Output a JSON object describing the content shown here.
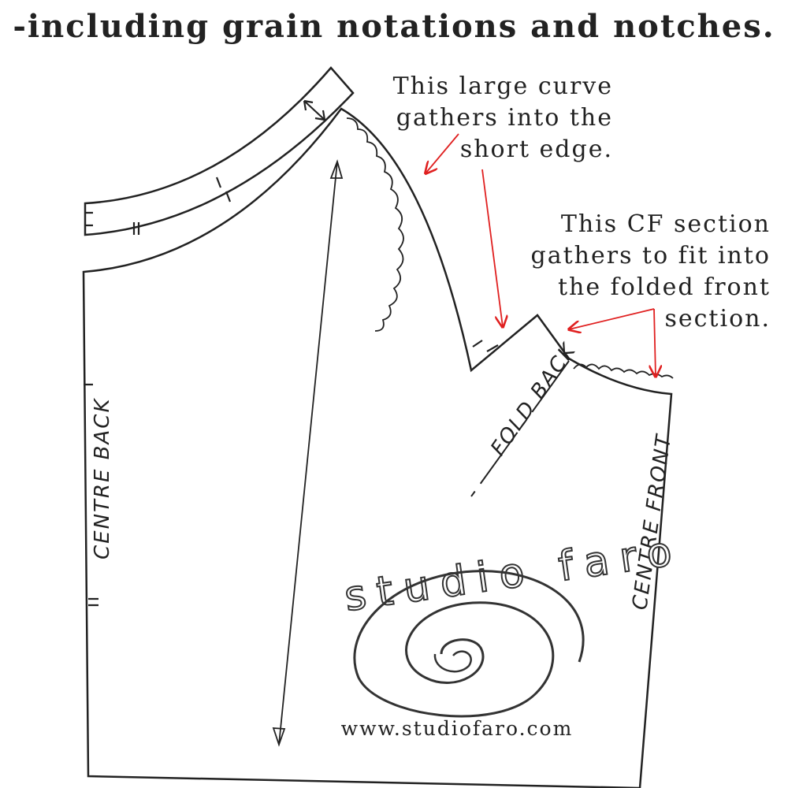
{
  "heading": "-including grain notations and notches.",
  "annotations": {
    "curve_note": "This large curve\ngathers into the\nshort edge.",
    "cf_note": "This CF section\ngathers to fit into\nthe folded front\nsection."
  },
  "pattern_labels": {
    "centre_back": "CENTRE BACK",
    "fold_back": "FOLD BACK",
    "centre_front": "CENTRE FRONT"
  },
  "watermark": {
    "brand": "studio faro",
    "url": "www.studiofaro.com"
  },
  "colors": {
    "line": "#222222",
    "arrow": "#e02020"
  }
}
